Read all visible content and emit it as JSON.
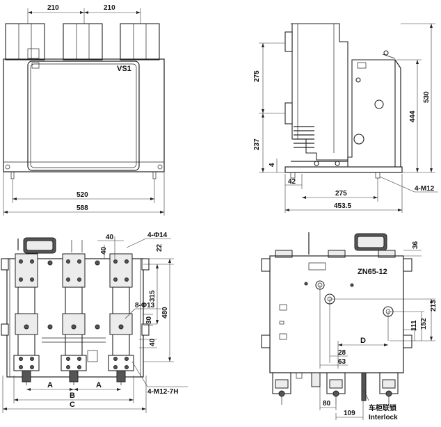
{
  "front_view": {
    "dim_pole_spacing_left": "210",
    "dim_pole_spacing_right": "210",
    "dim_mount_width": "520",
    "dim_overall_width": "588",
    "model_label": "VS1"
  },
  "side_view": {
    "dim_upper_height": "275",
    "dim_lower_height": "237",
    "dim_small_offset": "4",
    "dim_mount_height": "444",
    "dim_total_height": "530",
    "dim_front_offset": "42",
    "dim_mount_depth": "275",
    "dim_total_depth": "453.5",
    "bolt_callout": "4-M12"
  },
  "top_view": {
    "dim_40_top": "40",
    "dim_40_side": "40",
    "hole_callout_14": "4-Φ14",
    "dim_22": "22",
    "dim_315": "315",
    "dim_480": "480",
    "hole_callout_13": "8-Φ13",
    "dim_30": "30",
    "dim_40_bottom": "40",
    "thread_callout": "4-M12-7H",
    "label_a_left": "A",
    "label_a_right": "A",
    "label_b": "B",
    "label_c": "C"
  },
  "rear_view": {
    "model_label": "ZN65-12",
    "dim_36": "36",
    "dim_213": "213",
    "dim_152": "152",
    "dim_111": "111",
    "label_d": "D",
    "dim_28": "28",
    "dim_63": "63",
    "dim_80": "80",
    "dim_109": "109",
    "interlock_cn": "车柜联锁",
    "interlock_en": "Interlock"
  }
}
